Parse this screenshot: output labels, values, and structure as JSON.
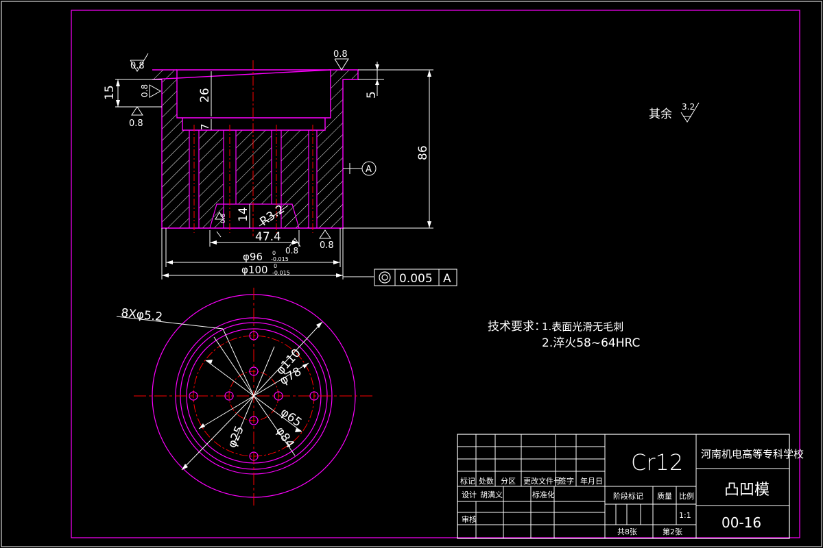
{
  "colors": {
    "background": "#000000",
    "outline": "#ff00ff",
    "lines": "#ffffff",
    "centerline": "#ff0000",
    "text": "#ffffff"
  },
  "section_view": {
    "roughness_labels": [
      "0.8",
      "0.8",
      "0.8",
      "0.8",
      "0.8",
      "0.8",
      "0.8"
    ],
    "dims": {
      "d15": "15",
      "d26": "26",
      "d7": "7",
      "d5": "5",
      "d86": "86",
      "d14": "14",
      "d47": "47.4",
      "r32": "R3.2",
      "phi96": "φ96",
      "phi96_tol_top": "0",
      "phi96_tol_bottom": "-0.015",
      "phi100": "φ100",
      "phi100_tol_top": "0",
      "phi100_tol_bottom": "-0.015",
      "datum_a": "A",
      "small_rough": "0.8",
      "small_rough2": "0.8"
    },
    "tolerance_frame": {
      "value": "0.005",
      "datum": "A"
    }
  },
  "plan_view": {
    "hole_label": "8Xφ5.2",
    "dims": {
      "phi110": "φ110",
      "phi78": "φ78",
      "phi65": "φ65",
      "phi25": "φ25",
      "phi84": "φ84"
    }
  },
  "notes": {
    "other_surfaces": "其余",
    "other_surfaces_value": "3.2",
    "tech_title": "技术要求：",
    "req1": "1.表面光滑无毛刺",
    "req2": "2.淬火58~64HRC"
  },
  "title_block": {
    "material": "Cr12",
    "school": "河南机电高等专科学校",
    "part_name": "凸凹模",
    "drawing_number": "00-16",
    "headers": [
      "标记",
      "处数",
      "分区",
      "更改文件号",
      "签字",
      "年月日"
    ],
    "design_label": "设计",
    "designer": "胡满义",
    "standardize_label": "标准化",
    "review_label": "审核",
    "stage_label": "阶段标记",
    "weight_label": "质量",
    "scale_label": "比例",
    "scale": "1:1",
    "total_sheets": "共8张",
    "sheet_no": "第2张"
  }
}
